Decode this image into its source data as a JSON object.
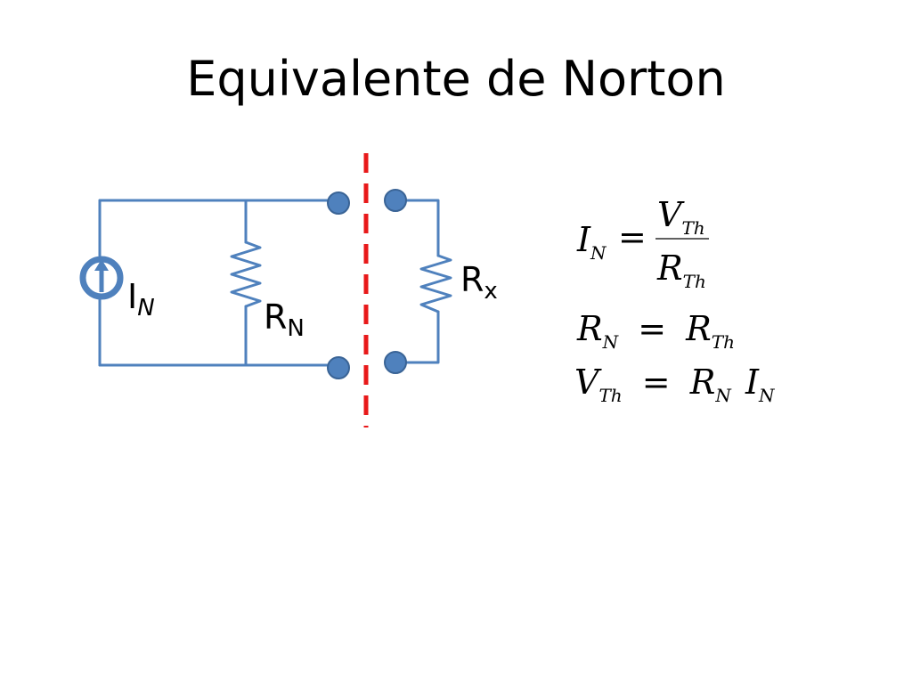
{
  "title": "Equivalente de Norton",
  "colors": {
    "wire": "#4f81bd",
    "node": "#4f81bd",
    "cut_line": "#e8191a",
    "text": "#000000"
  },
  "labels": {
    "source": {
      "main": "I",
      "sub": "N"
    },
    "rn": {
      "main": "R",
      "sub": "N"
    },
    "rx": {
      "main": "R",
      "sub": "x"
    }
  },
  "equations": {
    "in_eq": {
      "lhs": "I",
      "lhs_sub": "N",
      "op": "=",
      "num": "V",
      "num_sub": "Th",
      "den": "R",
      "den_sub": "Th"
    },
    "rn_eq": {
      "lhs": "R",
      "lhs_sub": "N",
      "op": "=",
      "rhs": "R",
      "rhs_sub": "Th"
    },
    "vth_eq": {
      "lhs": "V",
      "lhs_sub": "Th",
      "op": "=",
      "r": "R",
      "r_sub": "N",
      "i": "I",
      "i_sub": "N"
    }
  }
}
